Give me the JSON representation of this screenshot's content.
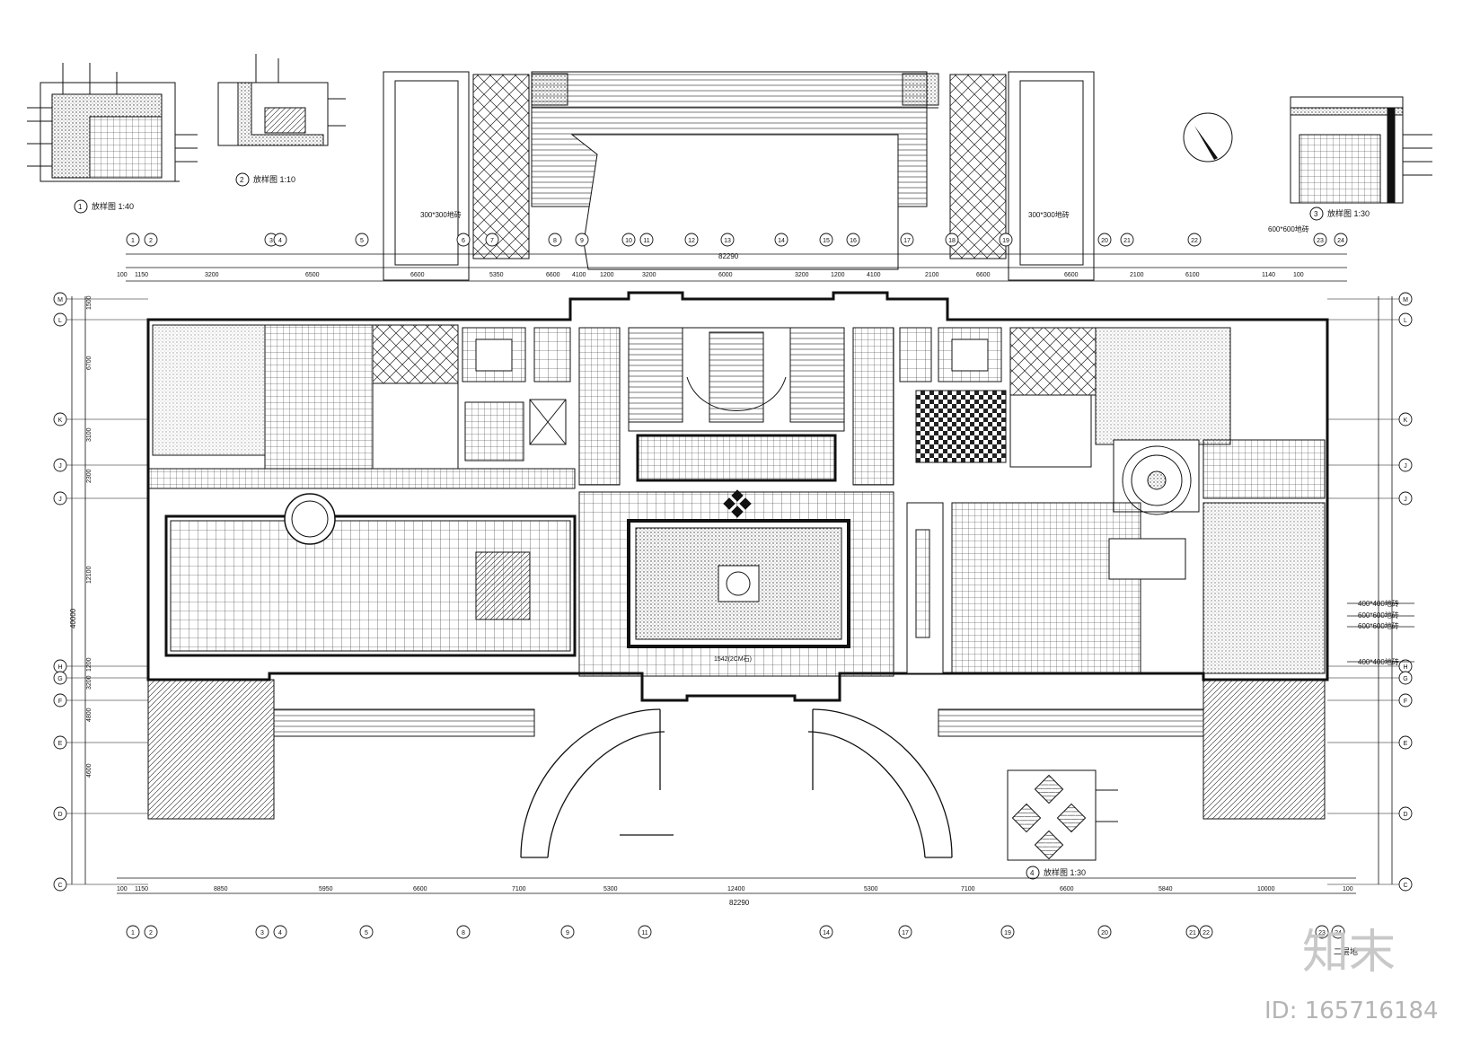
{
  "overall_dimension": "82290",
  "top_dims": [
    "100",
    "1150",
    "3200",
    "6500",
    "6600",
    "5350",
    "6600",
    "4100",
    "1200",
    "3200",
    "6000",
    "3200",
    "1200",
    "4100",
    "2100",
    "6600",
    "6600",
    "2100",
    "6100",
    "1140",
    "100"
  ],
  "bottom_dims": [
    "100",
    "1150",
    "8850",
    "5950",
    "6600",
    "7100",
    "5300",
    "12400",
    "5300",
    "7100",
    "6600",
    "5840",
    "10000",
    "100"
  ],
  "top_axis_labels": [
    "1",
    "2",
    "3",
    "4",
    "5",
    "6",
    "7",
    "8",
    "9",
    "10",
    "11",
    "12",
    "13",
    "14",
    "15",
    "16",
    "17",
    "18",
    "19",
    "20",
    "21",
    "22",
    "23",
    "24"
  ],
  "bottom_axis_labels": [
    "1",
    "2",
    "3",
    "4",
    "5",
    "8",
    "9",
    "11",
    "14",
    "17",
    "19",
    "20",
    "21",
    "22",
    "23",
    "24"
  ],
  "row_axis_labels": [
    "M",
    "L",
    "K",
    "J",
    "J",
    "H",
    "G",
    "F",
    "E",
    "D",
    "C"
  ],
  "left_row_dims": [
    "1500",
    "6700",
    "3100",
    "2300",
    "12100",
    "1200",
    "3200",
    "4800",
    "4600"
  ],
  "total_height_dim": "40000",
  "detail_titles": {
    "d1": "放样图 1:40",
    "d2": "放样图 1:10",
    "d3": "放样图 1:30",
    "d4": "放样图 1:30"
  },
  "detail_numbers": [
    "1",
    "2",
    "3",
    "4"
  ],
  "floor_notes": {
    "tile_300": "300*300地砖",
    "tile_300b": "300*300地砖",
    "tile_600": "600*600地砖",
    "tile_400a": "400*400地砖",
    "tile_600a": "600*600地砖",
    "tile_600b": "600*600地砖",
    "tile_400b": "400*400地砖",
    "hall_dim": "1542(2CM石)"
  },
  "title_label": "二层地",
  "watermark": {
    "logo": "知末",
    "id_text": "ID: 165716184"
  }
}
